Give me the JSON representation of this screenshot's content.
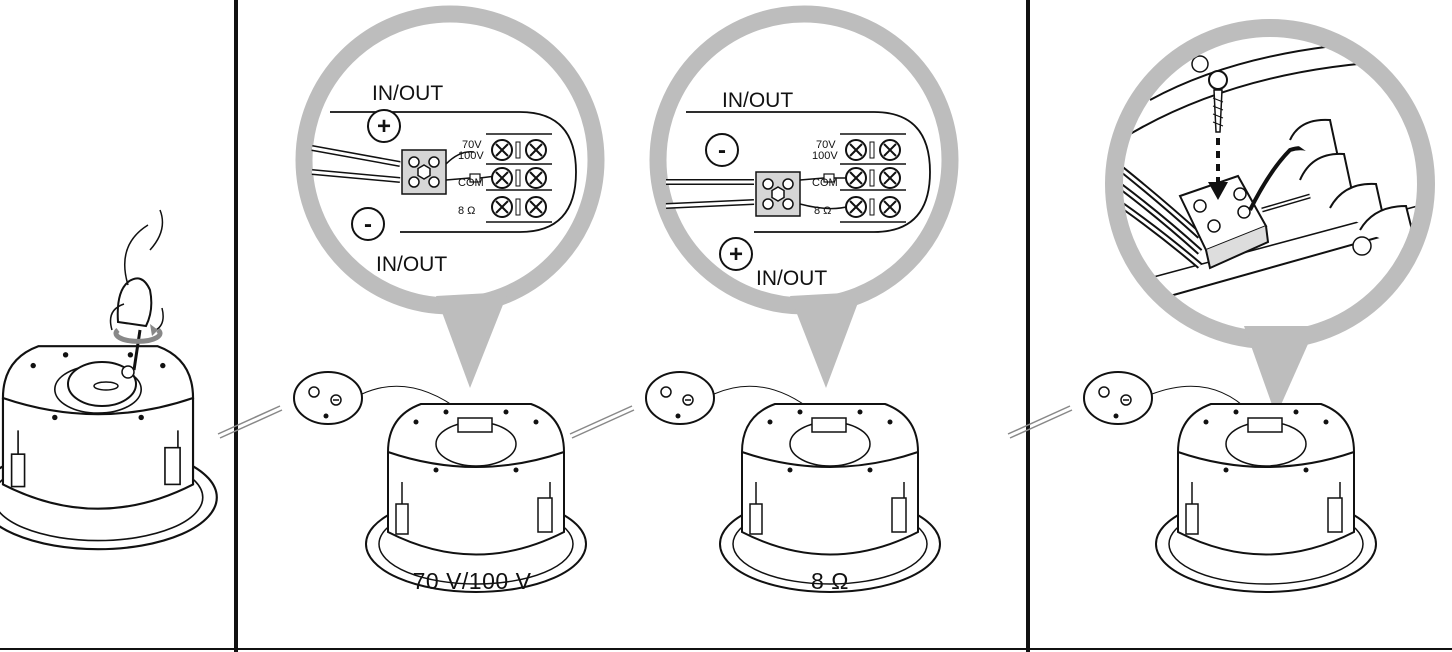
{
  "panels": {
    "panel_2": {
      "top_label": "IN/OUT",
      "bottom_label": "IN/OUT",
      "top_sign": "+",
      "bottom_sign": "-",
      "tap_70_100": [
        "70V",
        "100V"
      ],
      "tap_com": "COM",
      "tap_8": "8 Ω",
      "caption": "70 V/100 V"
    },
    "panel_3": {
      "top_label": "IN/OUT",
      "bottom_label": "IN/OUT",
      "top_sign": "-",
      "bottom_sign": "+",
      "tap_70_100": [
        "70V",
        "100V"
      ],
      "tap_com": "COM",
      "tap_8": "8 Ω",
      "caption": "8 Ω"
    }
  },
  "colors": {
    "ink": "#111111",
    "bubble": "#bdbdbd",
    "block": "#d6d6d6"
  }
}
